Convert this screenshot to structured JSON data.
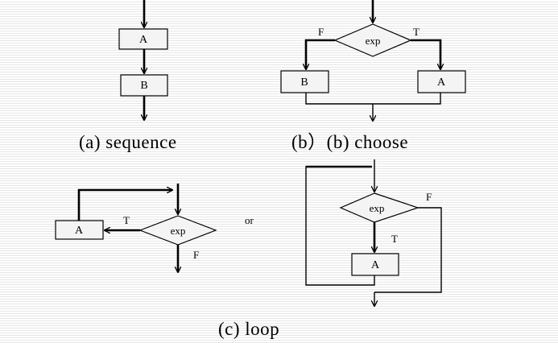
{
  "sequence": {
    "box_a": "A",
    "box_b": "B",
    "caption": "(a)  sequence"
  },
  "choose": {
    "condition": "exp",
    "false_label": "F",
    "true_label": "T",
    "box_left": "B",
    "box_right": "A",
    "caption": "(b）(b)  choose"
  },
  "loop": {
    "left": {
      "condition": "exp",
      "box": "A",
      "true_label": "T",
      "false_label": "F"
    },
    "or_label": "or",
    "right": {
      "condition": "exp",
      "box": "A",
      "true_label": "T",
      "false_label": "F"
    },
    "caption": "(c)  loop"
  }
}
